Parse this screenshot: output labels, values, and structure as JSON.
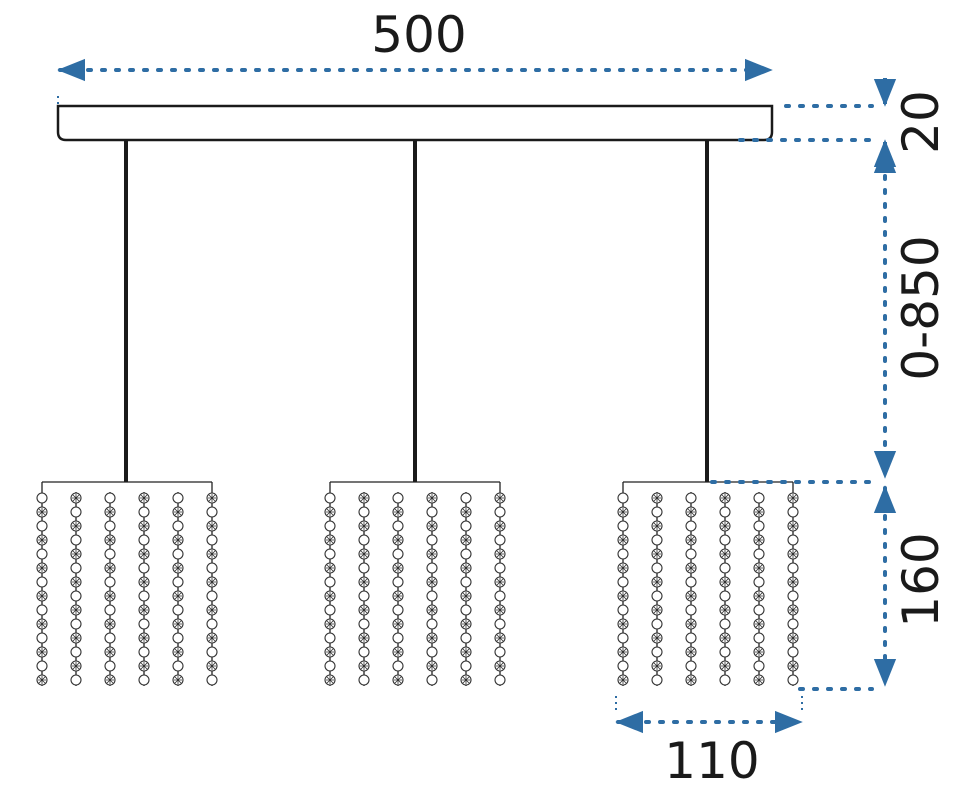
{
  "colors": {
    "dimension": "#2e6da4",
    "line": "#1a1a1a",
    "background": "#ffffff"
  },
  "dimensions": {
    "width": "500",
    "canopy_height": "20",
    "cable_length": "0-850",
    "shade_height": "160",
    "shade_width": "110"
  },
  "fixture": {
    "shade_count": 3,
    "strands_per_shade": 6,
    "beads_per_strand": 14
  }
}
